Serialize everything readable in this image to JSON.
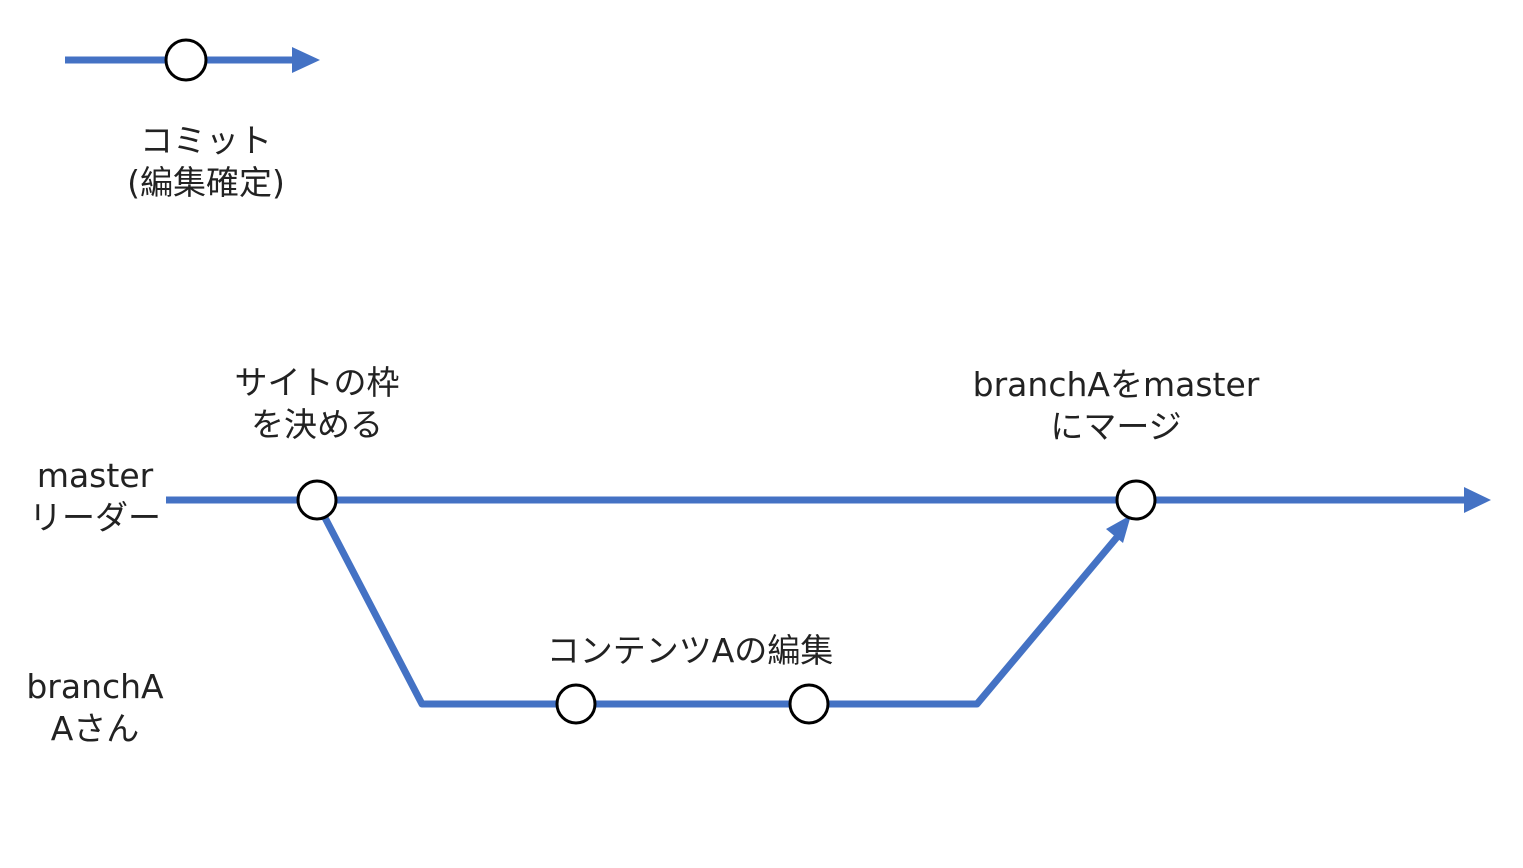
{
  "colors": {
    "line": "#4472c4",
    "node_fill": "#ffffff",
    "node_stroke": "#000000",
    "text": "#222222"
  },
  "legend": {
    "line1": "コミット",
    "line2": "(編集確定)"
  },
  "lanes": {
    "master": {
      "line1": "master",
      "line2": "リーダー"
    },
    "branch": {
      "line1": "branchA",
      "line2": "Aさん"
    }
  },
  "annotations": {
    "site_frame": {
      "line1": "サイトの枠",
      "line2": "を決める"
    },
    "merge": {
      "line1": "branchAをmaster",
      "line2": "にマージ"
    },
    "content_edit": {
      "line1": "コンテンツAの編集"
    }
  }
}
